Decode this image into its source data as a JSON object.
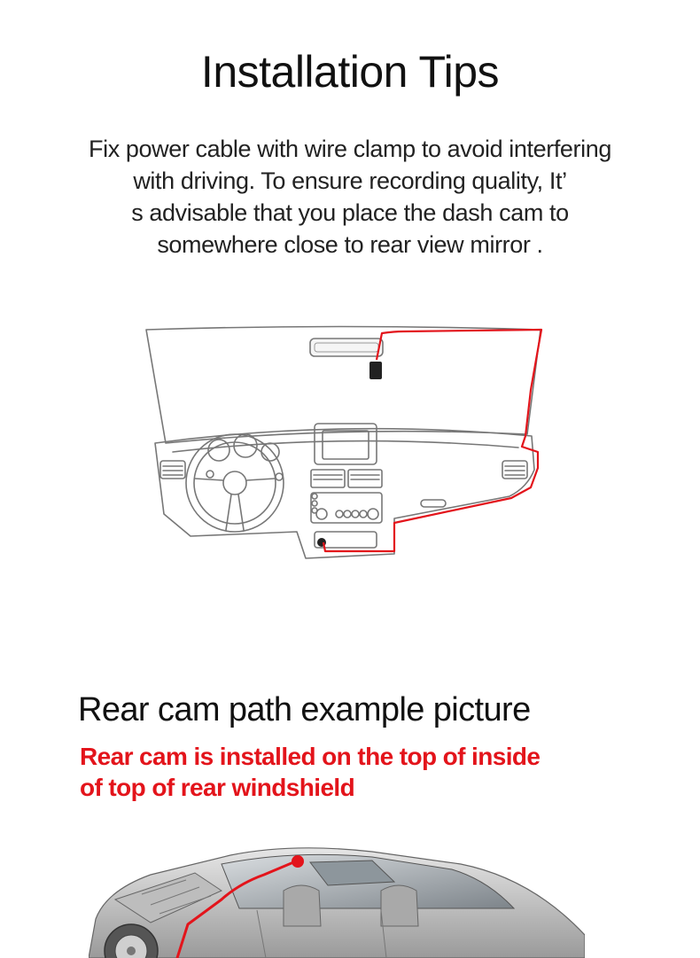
{
  "install": {
    "title": "Installation Tips",
    "lines": [
      "Fix power cable with wire clamp to avoid interfering",
      "with driving. To ensure recording quality, It’",
      "s advisable that you place the dash cam to",
      "somewhere close to rear view mirror ."
    ]
  },
  "rear": {
    "title": "Rear cam path example picture",
    "note_lines": [
      "Rear cam is installed on the top of inside",
      "of top of rear windshield"
    ]
  },
  "colors": {
    "cable_red": "#e3141b",
    "line_gray": "#777777"
  },
  "icons": {
    "dashboard": "car-dashboard-illustration",
    "car": "car-cutaway-illustration"
  }
}
